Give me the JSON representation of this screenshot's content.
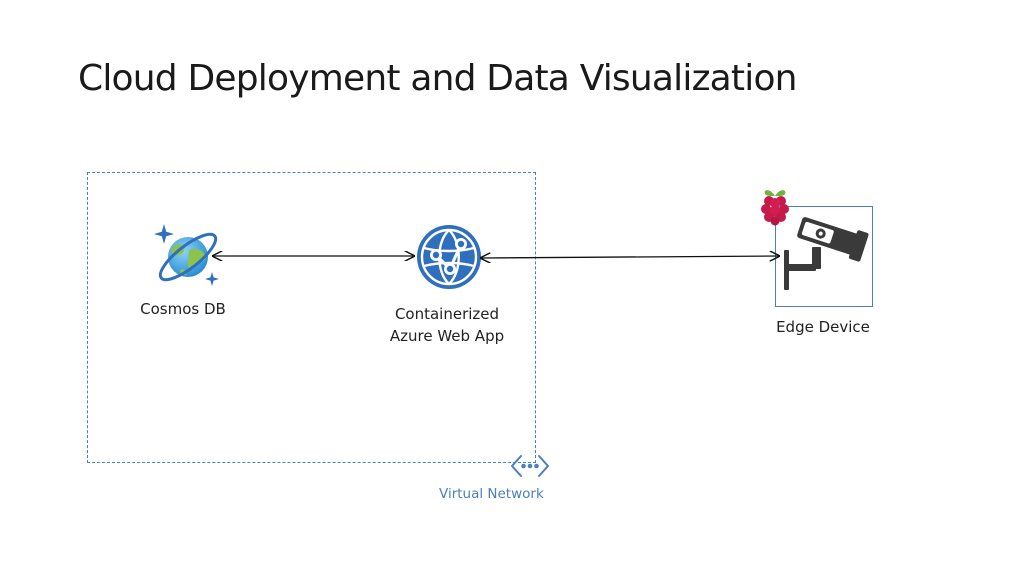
{
  "title": "Cloud Deployment and Data Visualization",
  "nodes": {
    "cosmos": {
      "label": "Cosmos DB",
      "icon": "cosmos-db-icon"
    },
    "webapp": {
      "label_line1": "Containerized",
      "label_line2": "Azure Web App",
      "icon": "azure-web-app-icon"
    },
    "edge": {
      "label": "Edge Device",
      "icon": "security-camera-icon",
      "badge_icon": "raspberry-pi-icon"
    }
  },
  "groups": {
    "vnet": {
      "label": "Virtual Network",
      "icon": "virtual-network-icon"
    }
  },
  "connections": [
    {
      "from": "Cosmos DB",
      "to": "Containerized Azure Web App",
      "direction": "bidirectional"
    },
    {
      "from": "Containerized Azure Web App",
      "to": "Edge Device",
      "direction": "bidirectional"
    }
  ],
  "colors": {
    "accent": "#4a7fc1",
    "azure_blue": "#2f6fbe",
    "text": "#222222"
  }
}
